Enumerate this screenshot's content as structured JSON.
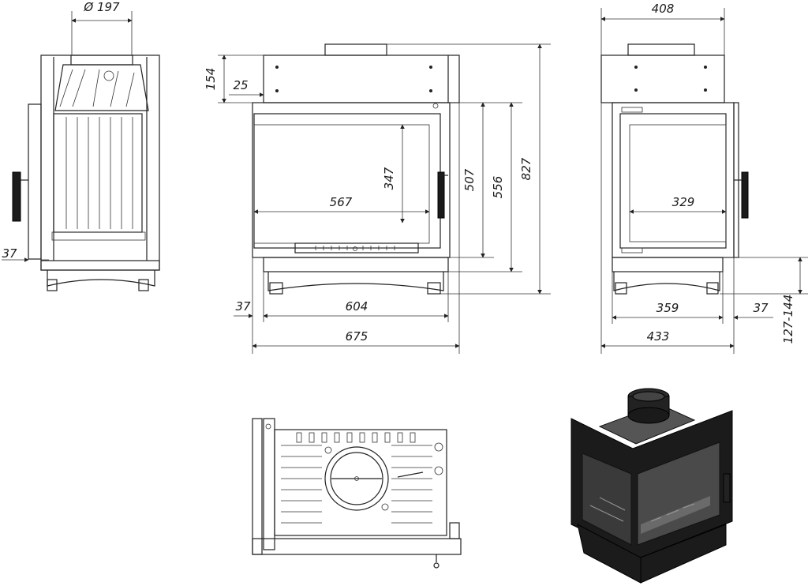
{
  "dimensions": {
    "side_flue_diameter": "Ø 197",
    "side_left_offset": "37",
    "front_top_height": "154",
    "front_top_offset": "25",
    "front_glass_height": "347",
    "front_glass_width": "567",
    "front_door_height": "507",
    "front_body_height": "556",
    "front_total_height": "827",
    "front_left_offset": "37",
    "front_body_width": "604",
    "front_total_width": "675",
    "right_total_width": "408",
    "right_glass_width": "329",
    "right_body_width": "359",
    "right_right_offset": "37",
    "right_total_depth": "433",
    "right_leg_range": "127-144"
  }
}
